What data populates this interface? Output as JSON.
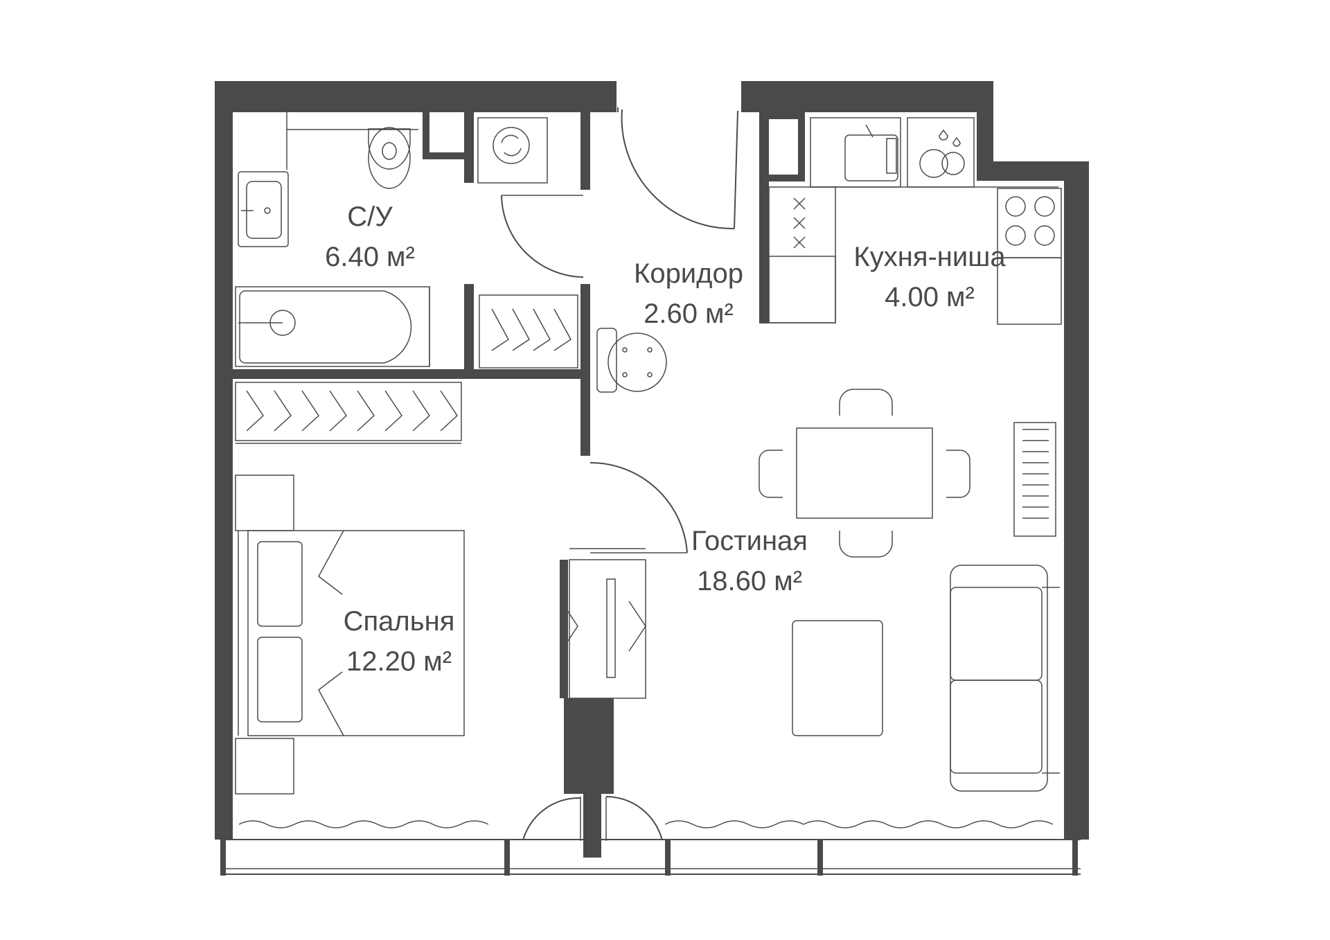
{
  "rooms": [
    {
      "id": "bathroom",
      "name": "С/У",
      "area": "6.40 м²"
    },
    {
      "id": "corridor",
      "name": "Коридор",
      "area": "2.60 м²"
    },
    {
      "id": "kitchen",
      "name": "Кухня-ниша",
      "area": "4.00 м²"
    },
    {
      "id": "living",
      "name": "Гостиная",
      "area": "18.60 м²"
    },
    {
      "id": "bedroom",
      "name": "Спальня",
      "area": "12.20 м²"
    }
  ],
  "colors": {
    "wall": "#4a4a4a",
    "background": "#ffffff"
  }
}
